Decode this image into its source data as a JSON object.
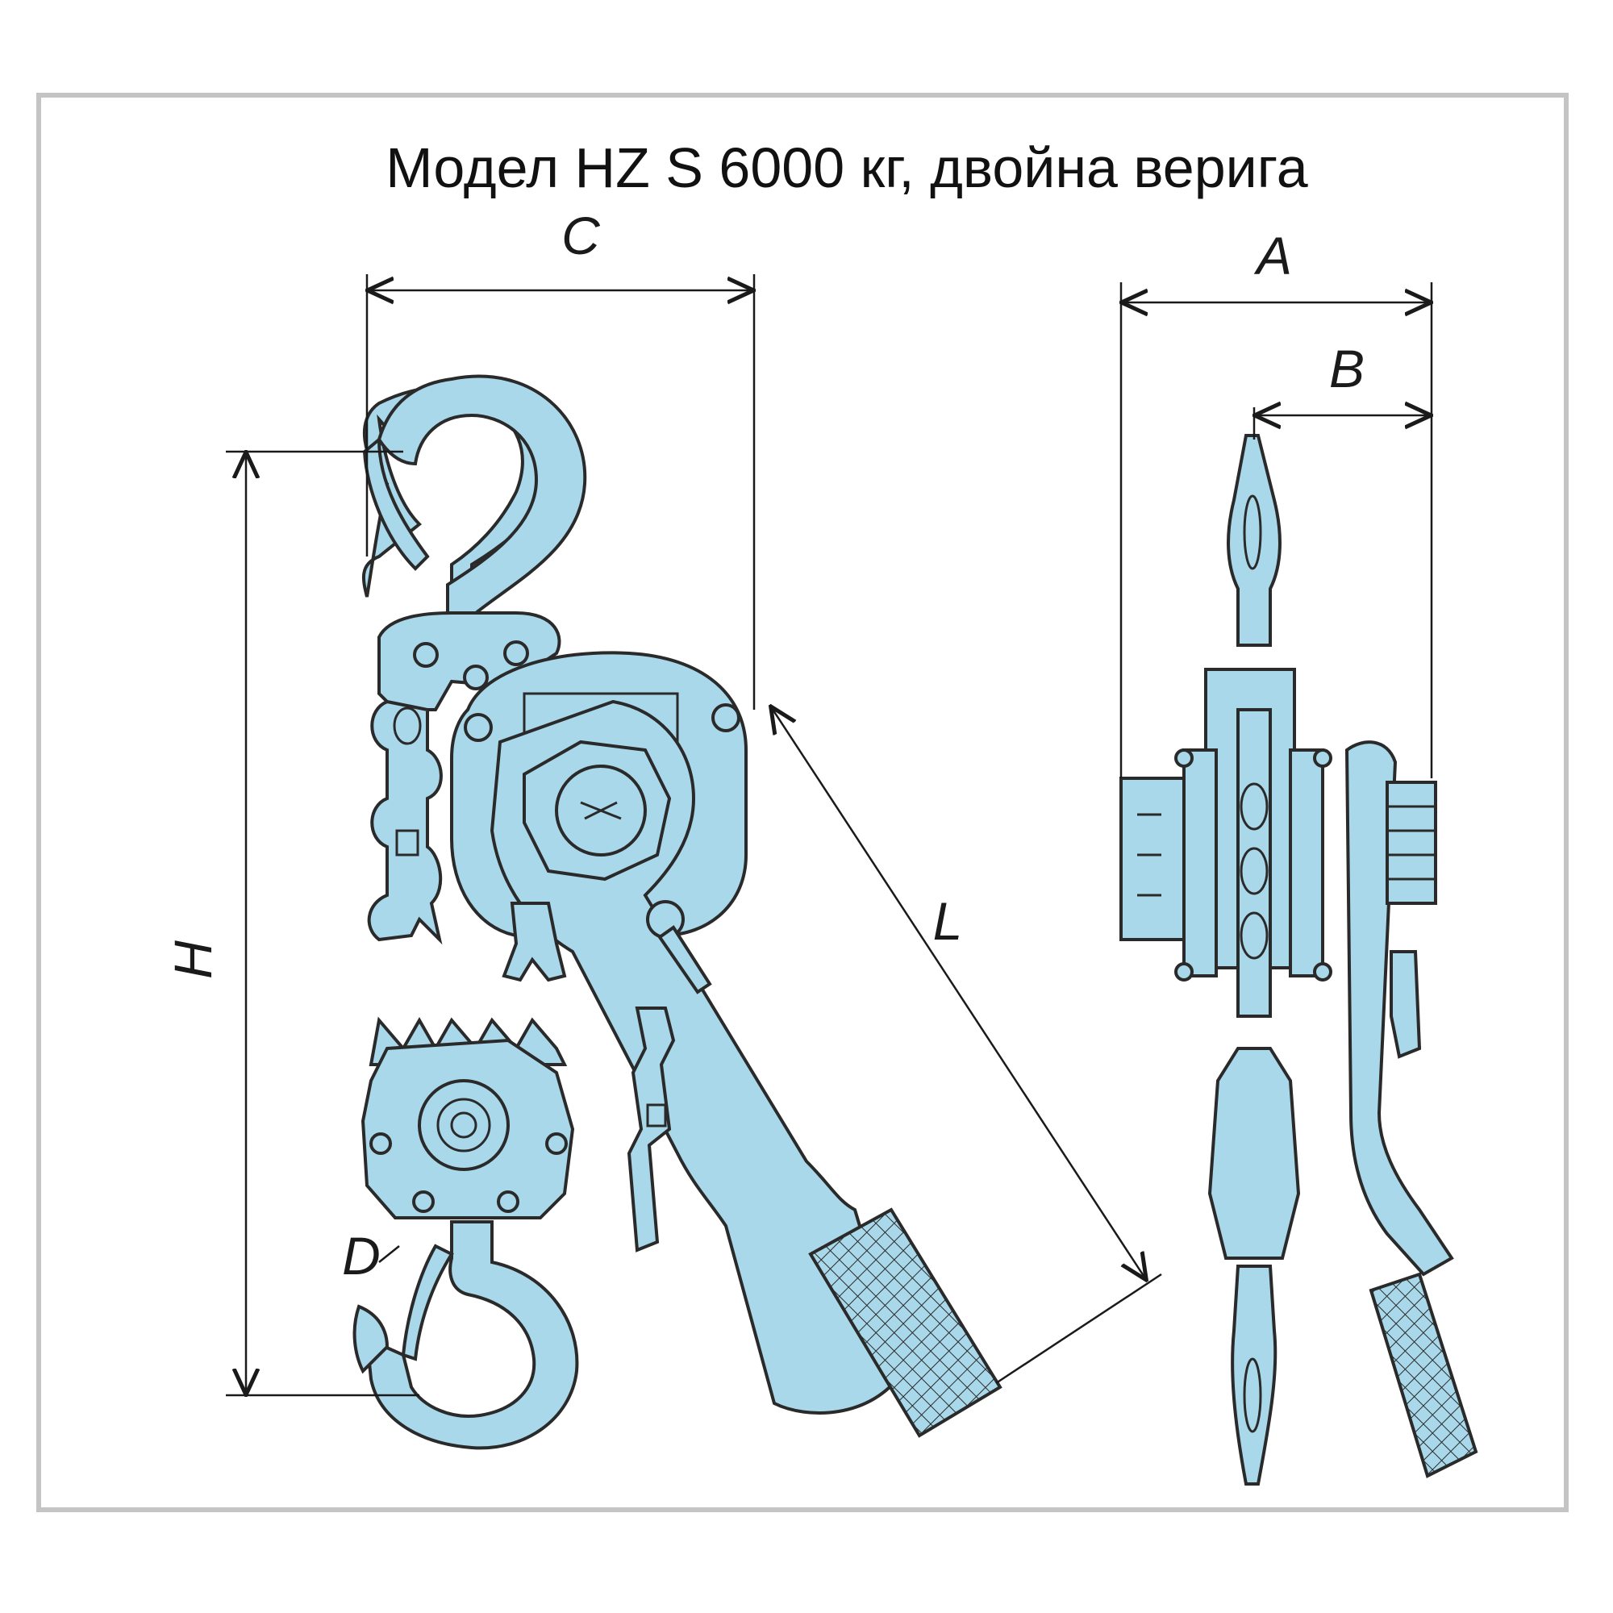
{
  "title": "Модел HZ S 6000 кг, двойна верига",
  "dimensions": {
    "a": "A",
    "b": "B",
    "c": "C",
    "d": "D",
    "h": "H",
    "l": "L"
  },
  "colors": {
    "part_fill": "#a9d8ea",
    "outline": "#2a2a2a",
    "frame_border": "#c4c4c4"
  }
}
